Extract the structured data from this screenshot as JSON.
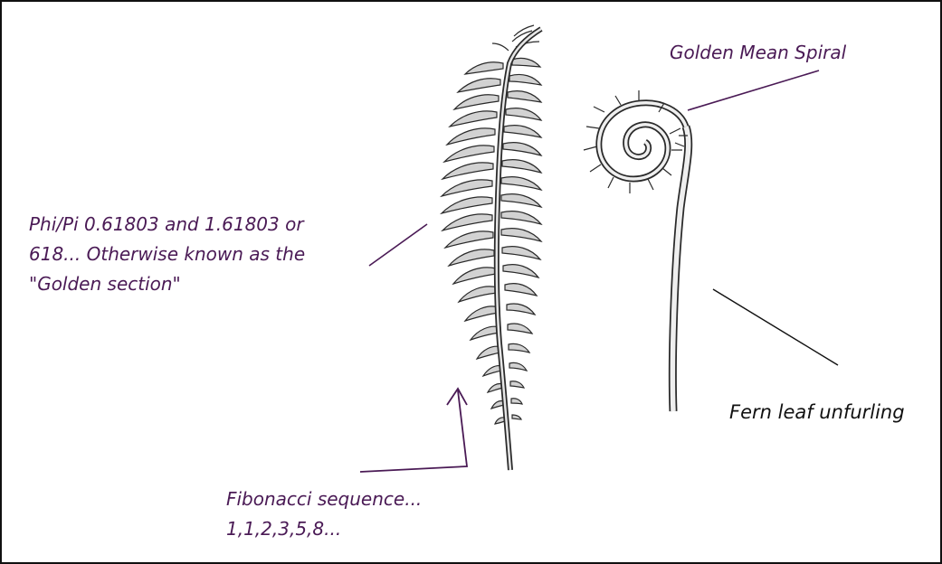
{
  "labels": {
    "golden_mean": "Golden Mean Spiral",
    "phi_line1": "Phi/Pi 0.61803 and 1.61803 or",
    "phi_line2": "618...  Otherwise known as the",
    "phi_line3": "\"Golden section\"",
    "fern_unfurling": "Fern leaf unfurling",
    "fib_line1": "Fibonacci sequence...",
    "fib_line2": "1,1,2,3,5,8..."
  },
  "colors": {
    "label_purple": "#4a1a55",
    "label_black": "#111111",
    "ink": "#222222",
    "leaflet_fill": "#cfcfcf"
  }
}
